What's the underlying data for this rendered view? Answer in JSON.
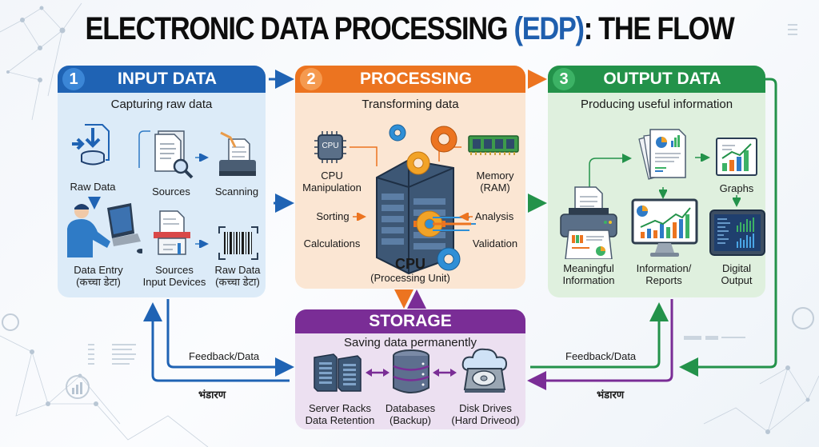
{
  "title": {
    "prefix": "ELECTRONIC DATA PROCESSING ",
    "accent": "(EDP)",
    "suffix": ": THE FLOW"
  },
  "colors": {
    "input": "#1f63b4",
    "processing": "#ec7420",
    "output": "#23924a",
    "storage": "#7a2d96",
    "title_accent": "#1f5fae"
  },
  "input": {
    "number": "1",
    "heading": "INPUT DATA",
    "subtitle": "Capturing raw data",
    "items": {
      "raw_data_top": "Raw Data",
      "sources_top": "Sources",
      "scanning": "Scanning",
      "data_entry_1": "Data Entry",
      "data_entry_2": "(कच्चा डेटा)",
      "sources_bottom_1": "Sources",
      "sources_bottom_2": "Input Devices",
      "raw_data_bottom_1": "Raw Data",
      "raw_data_bottom_2": "(कच्चा डेटा)"
    }
  },
  "processing": {
    "number": "2",
    "heading": "PROCESSING",
    "subtitle": "Transforming data",
    "items": {
      "cpu_chip": "CPU",
      "cpu_manip_1": "CPU",
      "cpu_manip_2": "Manipulation",
      "memory_1": "Memory",
      "memory_2": "(RAM)",
      "sorting": "Sorting",
      "analysis": "Analysis",
      "calculations": "Calculations",
      "validation": "Validation",
      "cpu_title": "CPU",
      "cpu_sub": "(Processing Unit)"
    }
  },
  "output": {
    "number": "3",
    "heading": "OUTPUT DATA",
    "subtitle": "Producing useful information",
    "items": {
      "graphs": "Graphs",
      "meaningful_1": "Meaningful",
      "meaningful_2": "Information",
      "reports_1": "Information/",
      "reports_2": "Reports",
      "digital_1": "Digital",
      "digital_2": "Output"
    }
  },
  "storage": {
    "heading": "STORAGE",
    "subtitle": "Saving data permanently",
    "items": {
      "servers_1": "Server Racks",
      "servers_2": "Data Retention",
      "db_1": "Databases",
      "db_2": "(Backup)",
      "disk_1": "Disk Drives",
      "disk_2": "(Hard Driveod)"
    }
  },
  "flows": {
    "left_feedback": "Feedback/Data",
    "left_storage": "भंडारण",
    "right_feedback": "Feedback/Data",
    "right_storage": "भंडारण"
  }
}
